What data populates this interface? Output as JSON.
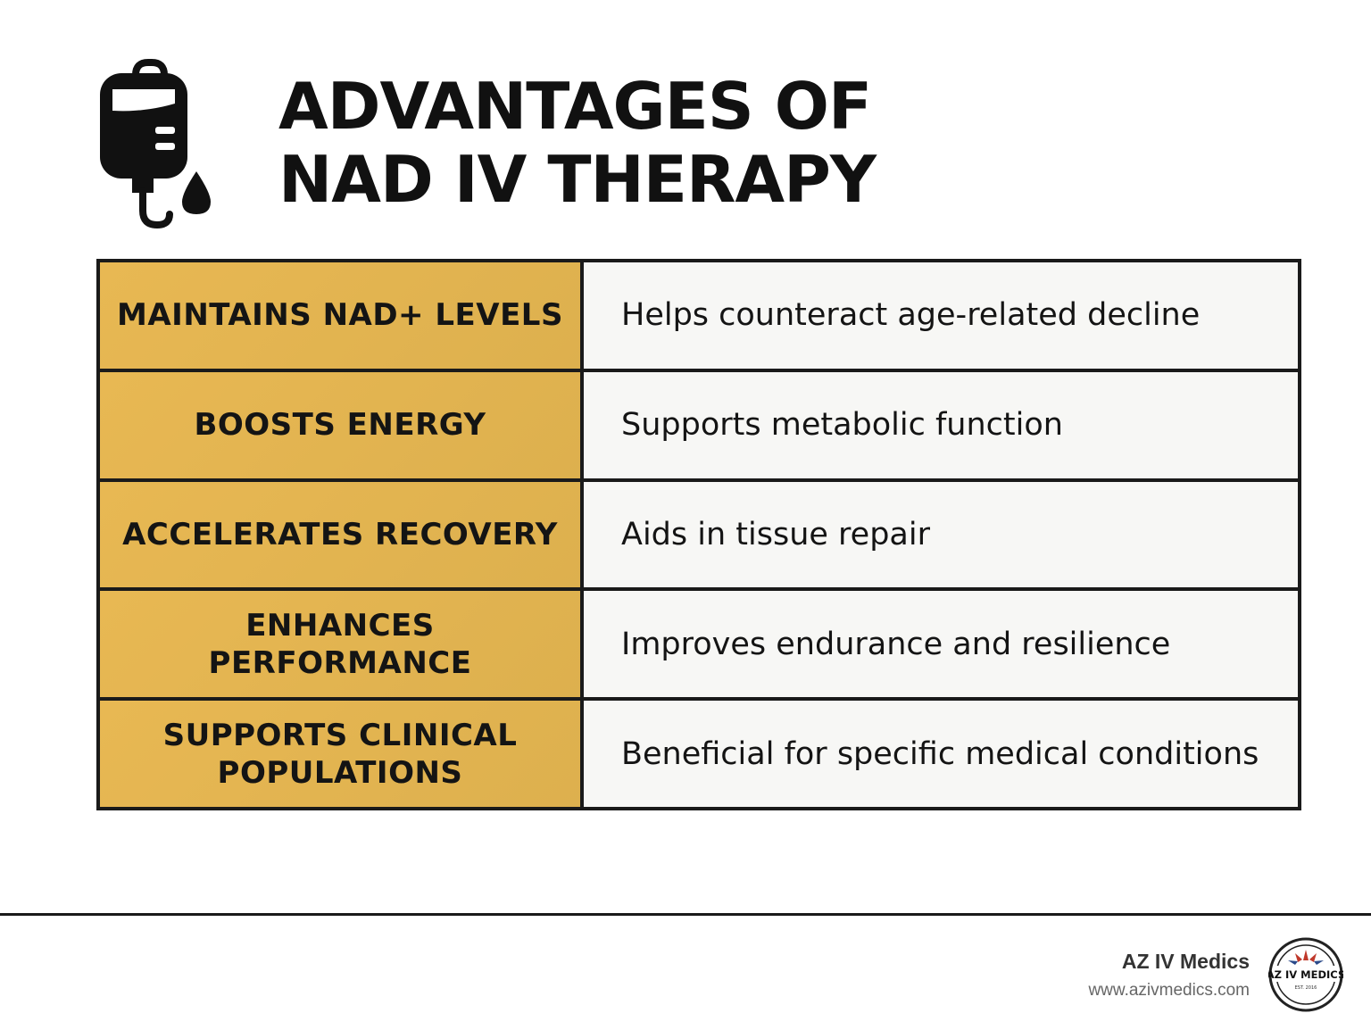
{
  "header": {
    "title_line1": "ADVANTAGES OF",
    "title_line2": "NAD IV THERAPY",
    "icon": "iv-bag-icon"
  },
  "advantages": [
    {
      "benefit_line1": "MAINTAINS NAD+ LEVELS",
      "benefit_line2": "",
      "description": "Helps counteract age-related decline"
    },
    {
      "benefit_line1": "BOOSTS ENERGY",
      "benefit_line2": "",
      "description": "Supports metabolic function"
    },
    {
      "benefit_line1": "ACCELERATES RECOVERY",
      "benefit_line2": "",
      "description": "Aids in tissue repair"
    },
    {
      "benefit_line1": "ENHANCES",
      "benefit_line2": "PERFORMANCE",
      "description": "Improves endurance and resilience"
    },
    {
      "benefit_line1": "SUPPORTS CLINICAL",
      "benefit_line2": "POPULATIONS",
      "description": "Beneficial for specific medical conditions"
    }
  ],
  "colors": {
    "accent_gold": "#e3b450",
    "dark": "#1a1a1a",
    "cell_light": "#f7f7f5"
  },
  "footer": {
    "brand_name": "AZ IV Medics",
    "url": "www.azivmedics.com",
    "logo_text": "AZ IV MEDICS",
    "logo_est": "EST. 2016"
  }
}
